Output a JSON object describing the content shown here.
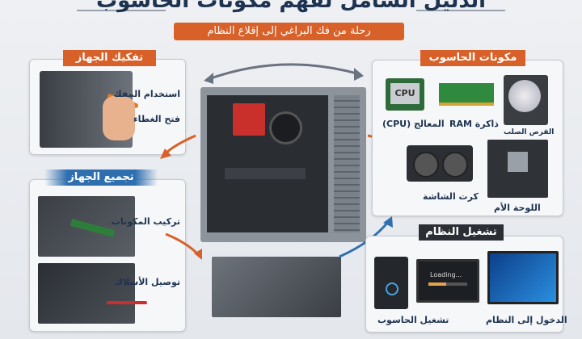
{
  "header": {
    "title": "الدليل الشامل لفهم مكونات الحاسوب",
    "subtitle": "رحلة من فك البراغي إلى إقلاع النظام"
  },
  "disassembly": {
    "title": "تفكيك الجهاز",
    "steps": [
      "استخدام المفك",
      "فتح الغطاء"
    ]
  },
  "assembly": {
    "title": "تجميع الجهاز",
    "steps": [
      "تركيب المكونات",
      "توصيل الأسلاك"
    ]
  },
  "components": {
    "title": "مكونات الحاسوب",
    "cpu_chip": "CPU",
    "items": [
      "المعالج (CPU)",
      "ذاكرة RAM",
      "القرص الصلب",
      "كرت الشاشة",
      "اللوحة الأم"
    ]
  },
  "boot": {
    "title": "تشغيل النظام",
    "loading_text": "Loading...",
    "loading_progress": 0.45,
    "items": [
      "تشغيل الحاسوب",
      "الدخول إلى النظام"
    ]
  },
  "colors": {
    "orange": "#d8612a",
    "blue": "#2f6fb0",
    "navy": "#1d3350",
    "dark": "#2b2f35"
  }
}
